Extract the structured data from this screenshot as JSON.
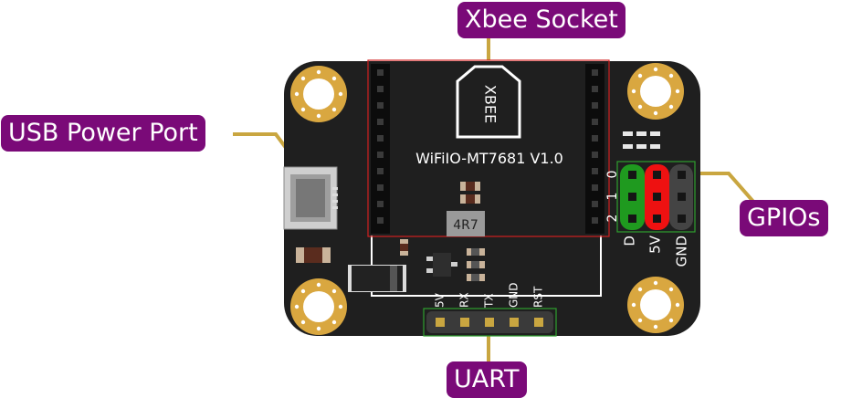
{
  "callouts": {
    "xbee_socket": "Xbee Socket",
    "usb_power_port": "USB Power Port",
    "gpios": "GPIOs",
    "uart": "UART"
  },
  "board": {
    "name": "WiFiIO-MT7681 V1.0",
    "xbee_outline_label": "XBEE",
    "inductor_label": "4R7",
    "gpio_row_labels": [
      "0",
      "1",
      "2"
    ],
    "gpio_column_labels": [
      "D",
      "5V",
      "GND"
    ],
    "uart_pin_labels": [
      "5V",
      "RX",
      "TX",
      "GND",
      "RST"
    ]
  },
  "colors": {
    "board": "#1f1f1f",
    "callout": "#7a0a78",
    "leader": "#c9a640",
    "gpio_data": "#1f9a1f",
    "gpio_power": "#ee1111",
    "gpio_ground": "#444444",
    "socket_highlight": "#d02020",
    "gpio_highlight": "#2ea02e",
    "pad_gold": "#d9a740"
  }
}
